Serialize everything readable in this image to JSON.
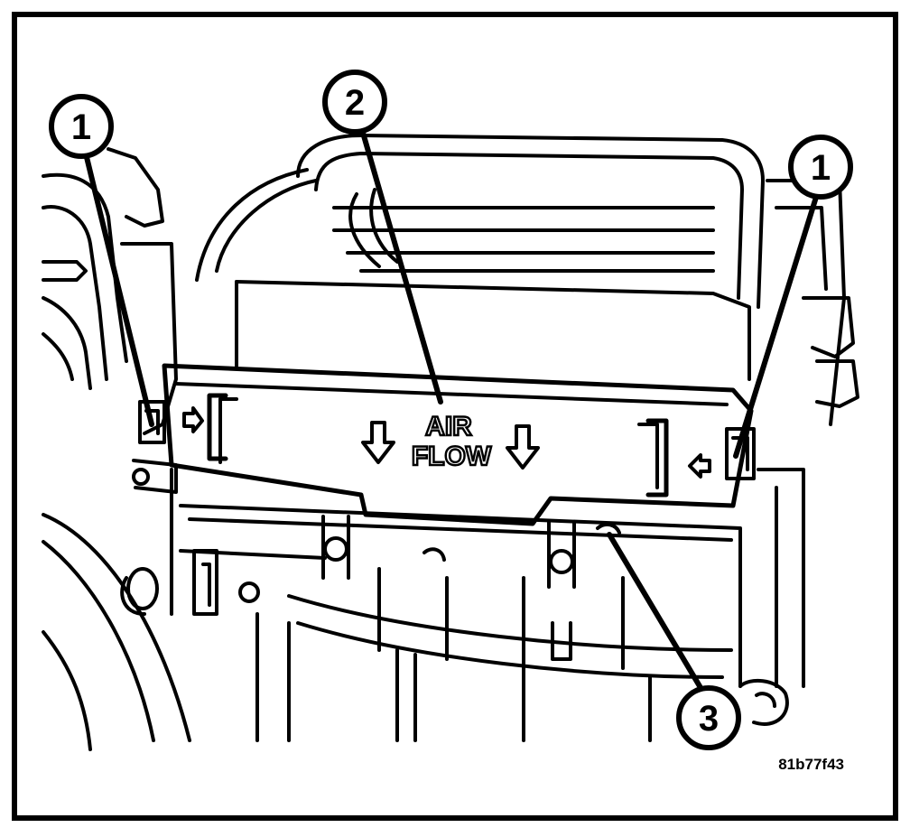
{
  "diagram": {
    "callouts": [
      {
        "id": "left-retaining-tab",
        "label": "1"
      },
      {
        "id": "filter-door",
        "label": "2"
      },
      {
        "id": "housing-edge",
        "label": "3"
      },
      {
        "id": "right-retaining-tab",
        "label": "1"
      }
    ],
    "door_text": {
      "line1": "AIR",
      "line2": "FLOW"
    },
    "figure_id": "81b77f43"
  },
  "colors": {
    "ink": "#000000",
    "paper": "#ffffff"
  }
}
